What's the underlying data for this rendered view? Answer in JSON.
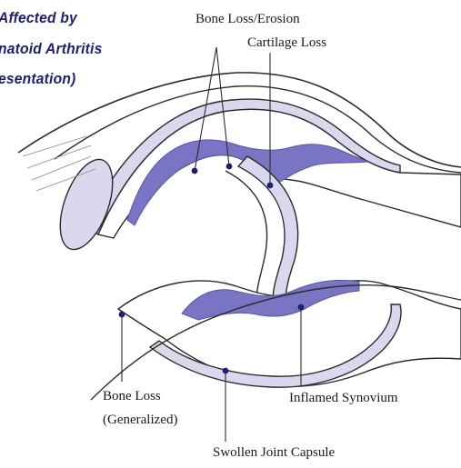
{
  "title": {
    "line1": "Affected by",
    "line2": "natoid Arthritis",
    "line3": "esentation)"
  },
  "labels": {
    "bone_loss_erosion": "Bone Loss/Erosion",
    "cartilage_loss": "Cartilage Loss",
    "bone_loss_line1": "Bone Loss",
    "bone_loss_line2": "(Generalized)",
    "inflamed_synovium": "Inflamed Synovium",
    "swollen_joint_capsule": "Swollen Joint Capsule"
  },
  "colors": {
    "synovium": "#7a74c4",
    "capsule_fill": "#d9d8ee",
    "outline": "#2b2b2b",
    "title": "#1f1f6e",
    "marker": "#1f1f6e"
  }
}
